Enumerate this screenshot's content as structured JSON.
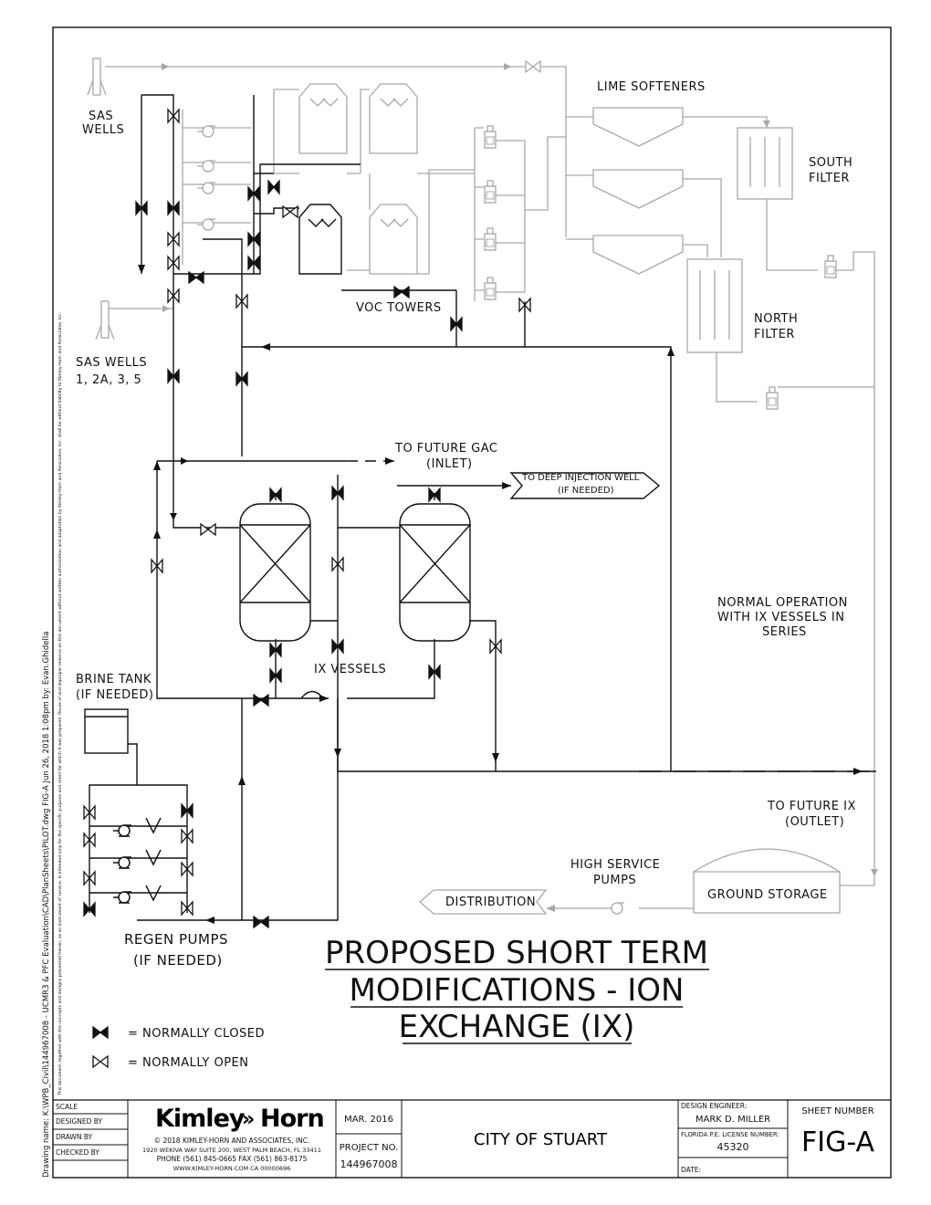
{
  "side_text": {
    "drawing_name": "Drawing name: K:\\WPB_Civil\\144967008 - UCMR3 & PFC Evaluation\\CAD\\PlanSheets\\PILOT.dwg    FIG-A    Jun 26, 2018  1:08pm    by: Evan.Ghidella",
    "disclaimer": "This document, together with the concepts and designs presented herein, as an instrument of service, is intended only for the specific purpose and client for which it was prepared. Reuse of and improper reliance on this document without written authorization and adaptation by Kimley-Horn and Associates, Inc. shall be without liability to Kimley-Horn and Associates, Inc."
  },
  "labels": {
    "sas_wells_a": "SAS",
    "sas_wells_b": "WELLS",
    "sas_wells_list_a": "SAS WELLS",
    "sas_wells_list_b": "1, 2A, 3, 5",
    "lime_softeners": "LIME SOFTENERS",
    "south_filter_a": "SOUTH",
    "south_filter_b": "FILTER",
    "north_filter_a": "NORTH",
    "north_filter_b": "FILTER",
    "voc_towers": "VOC TOWERS",
    "future_gac_a": "TO FUTURE GAC",
    "future_gac_b": "(INLET)",
    "deep_injection_a": "TO DEEP INJECTION WELL",
    "deep_injection_b": "(IF NEEDED)",
    "normal_op_a": "NORMAL OPERATION",
    "normal_op_b": "WITH IX VESSELS IN",
    "normal_op_c": "SERIES",
    "ix_vessels": "IX VESSELS",
    "brine_tank_a": "BRINE TANK",
    "brine_tank_b": "(IF NEEDED)",
    "future_ix_a": "TO FUTURE IX",
    "future_ix_b": "(OUTLET)",
    "high_service_a": "HIGH SERVICE",
    "high_service_b": "PUMPS",
    "ground_storage": "GROUND STORAGE",
    "distribution": "DISTRIBUTION",
    "regen_pumps_a": "REGEN PUMPS",
    "regen_pumps_b": "(IF NEEDED)"
  },
  "title": {
    "line1": "PROPOSED SHORT TERM",
    "line2": "MODIFICATIONS -  ION",
    "line3": "EXCHANGE (IX)"
  },
  "legend": {
    "closed": "= NORMALLY CLOSED",
    "open": "= NORMALLY OPEN"
  },
  "title_block": {
    "scale": "SCALE",
    "designed_by": "DESIGNED BY",
    "drawn_by": "DRAWN BY",
    "checked_by": "CHECKED BY",
    "logo_left": "Kimley",
    "logo_arrows": "»",
    "logo_right": "Horn",
    "copyright": "© 2018 KIMLEY-HORN AND ASSOCIATES, INC.",
    "address": "1920 WEKIVA WAY SUITE 200, WEST PALM BEACH, FL 33411",
    "phone": "PHONE (561) 845-0665   FAX (561) 863-8175",
    "web": "WWW.KIMLEY-HORN.COM    CA 00000696",
    "date": "MAR. 2016",
    "project_no_label": "PROJECT NO.",
    "project_no": "144967008",
    "client": "CITY OF STUART",
    "design_engineer_label": "DESIGN ENGINEER:",
    "design_engineer": "MARK D. MILLER",
    "license_label": "FLORIDA P.E. LICENSE NUMBER:",
    "license": "45320",
    "date_label": "DATE:",
    "sheet_number_label": "SHEET NUMBER",
    "sheet_number": "FIG-A"
  }
}
